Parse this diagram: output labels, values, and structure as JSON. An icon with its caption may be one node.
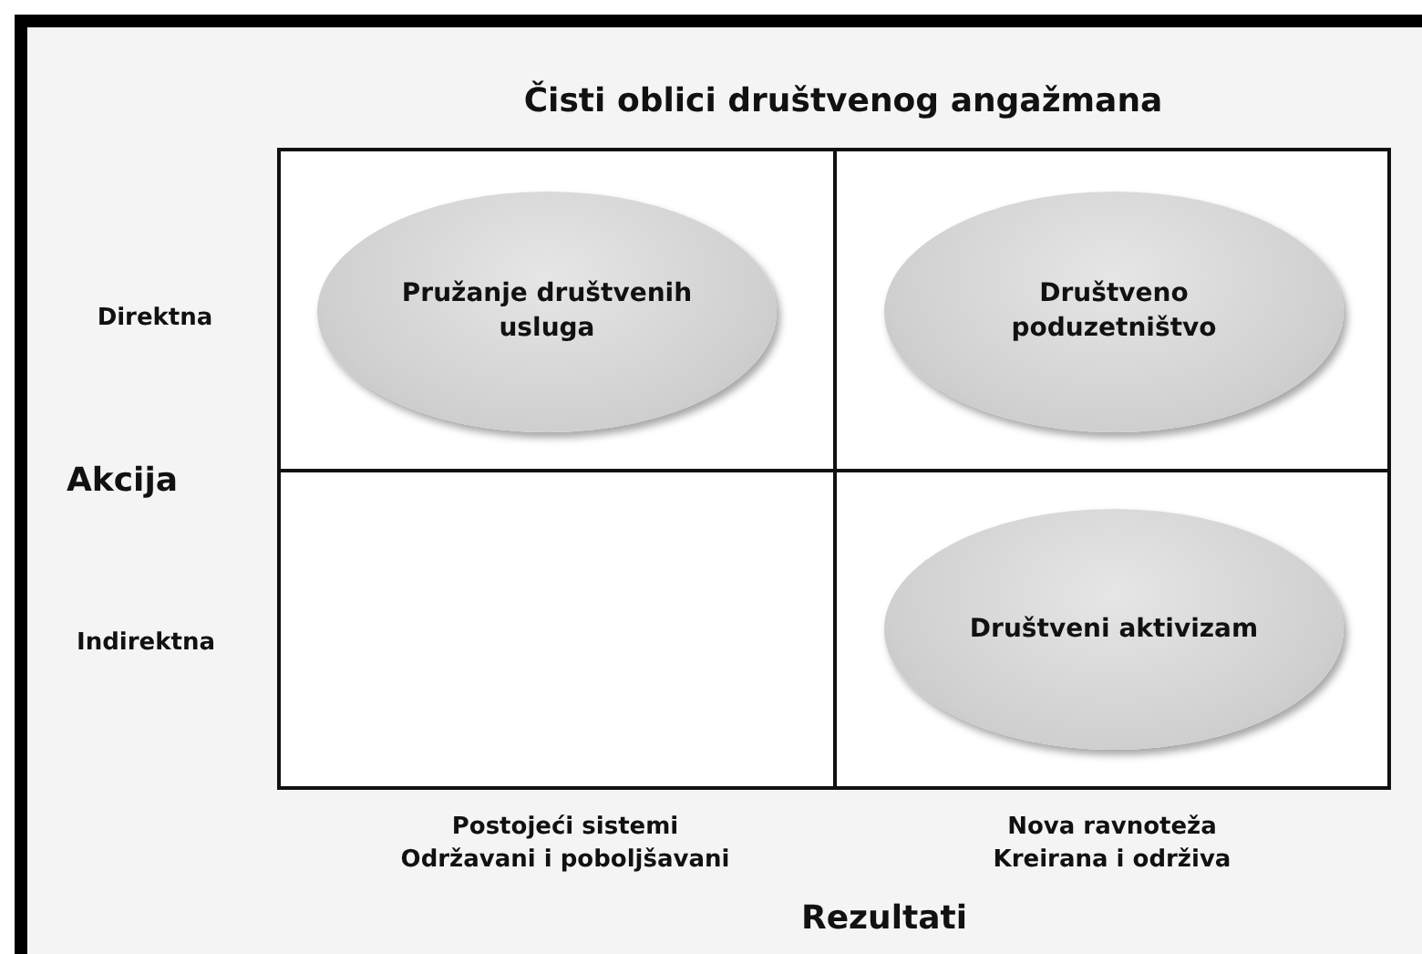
{
  "diagram": {
    "title": "Čisti oblici društvenog angažmana",
    "nodes": [
      {
        "text": [],
        "shape": "box"
      },
      {
        "text": [
          "Pružanje društvenih usluga"
        ],
        "in": 0
      },
      {
        "text": [],
        "shape": "box"
      },
      {
        "text": [
          "Društveno poduzetništvo"
        ],
        "in": 2
      },
      {
        "text": [],
        "shape": "box"
      },
      {
        "text": [],
        "shape": "box"
      },
      {
        "text": [
          "Društveni aktivizam"
        ],
        "in": 5
      }
    ],
    "edges": [],
    "labels": [
      "Direktna",
      "Akcija",
      "Indirektna",
      "Postojeći sistemi Održavani i poboljšavani",
      "Nova ravnoteža Kreirana i održiva",
      "Rezultati"
    ]
  }
}
